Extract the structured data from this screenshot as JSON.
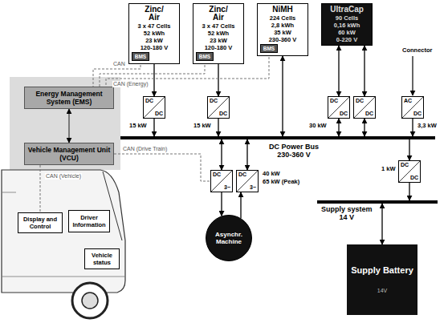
{
  "diagram": {
    "nodes": [
      {
        "text": [
          "Zinc/ Air",
          "3 x 47 Cells",
          "52 kWh",
          "23 kW",
          "120-180 V"
        ]
      },
      {
        "text": [
          "BMS"
        ],
        "in": 0
      },
      {
        "text": [
          "Zinc/ Air",
          "3 x 47 Cells",
          "52 kWh",
          "23 kW",
          "120-180 V"
        ]
      },
      {
        "text": [
          "BMS"
        ],
        "in": 2
      },
      {
        "text": [
          "NiMH",
          "224 Cells",
          "2,8 kWh",
          "35 kW",
          "230-360 V"
        ]
      },
      {
        "text": [
          "BMS"
        ],
        "in": 4
      },
      {
        "text": [
          "UltraCap",
          "90 Cells",
          "0,16 kWh",
          "60 kW",
          "0-220 V"
        ]
      },
      {
        "text": [
          "Energy Management System (EMS)"
        ]
      },
      {
        "text": [
          "DC",
          "DC"
        ]
      },
      {
        "text": [
          "DC",
          "DC"
        ]
      },
      {
        "text": [
          "DC",
          "DC"
        ]
      },
      {
        "text": [
          "DC",
          "DC"
        ]
      },
      {
        "text": [
          "AC",
          "DC"
        ]
      },
      {
        "text": [
          "DC Power Bus",
          "230-360 V"
        ]
      },
      {
        "text": [
          "Vehicle Management Unit (VCU)"
        ]
      },
      {
        "text": [
          "DC",
          "3~"
        ]
      },
      {
        "text": [
          "DC",
          "3~"
        ]
      },
      {
        "text": [
          "DC",
          "DC"
        ]
      },
      {
        "text": [
          "Supply system",
          "14 V"
        ]
      },
      {
        "text": [
          "Asynchr. Machine"
        ]
      },
      {
        "text": [
          "Supply Battery",
          "14V"
        ]
      },
      {
        "text": [
          "Display and Control"
        ]
      },
      {
        "text": [
          "Driver Information"
        ]
      },
      {
        "text": [
          "Vehicle status"
        ]
      }
    ],
    "edges": [
      {
        "from": 0,
        "to": 8,
        "arrow": "to"
      },
      {
        "from": 2,
        "to": 9,
        "arrow": "to"
      },
      {
        "from": 8,
        "to": 13,
        "arrow": "to"
      },
      {
        "from": 9,
        "to": 13,
        "arrow": "to"
      },
      {
        "from": 4,
        "to": 13,
        "arrow": "both"
      },
      {
        "from": 6,
        "to": 10,
        "arrow": "both"
      },
      {
        "from": 6,
        "to": 11,
        "arrow": "both"
      },
      {
        "from": 10,
        "to": 13,
        "arrow": "both"
      },
      {
        "from": 11,
        "to": 13,
        "arrow": "both"
      },
      {
        "from": 12,
        "to": 13,
        "arrow": "to"
      },
      {
        "from": 13,
        "to": 15,
        "arrow": "both"
      },
      {
        "from": 13,
        "to": 16,
        "arrow": "both"
      },
      {
        "from": 15,
        "to": 19,
        "arrow": "to"
      },
      {
        "from": 19,
        "to": 16,
        "arrow": "to"
      },
      {
        "from": 13,
        "to": 17,
        "arrow": "to"
      },
      {
        "from": 17,
        "to": 18,
        "arrow": "to"
      },
      {
        "from": 18,
        "to": 20,
        "arrow": "both"
      },
      {
        "from": 7,
        "to": 14,
        "arrow": "both"
      },
      {
        "from": 1,
        "to": 7,
        "arrow": "none",
        "label": "CAN"
      },
      {
        "from": 3,
        "to": 7,
        "arrow": "none",
        "label": "CAN (Energy)"
      },
      {
        "from": 5,
        "to": 7,
        "arrow": "none"
      },
      {
        "from": 14,
        "to": 15,
        "arrow": "none",
        "label": "CAN (Drive Train)"
      },
      {
        "from": 14,
        "to": 21,
        "arrow": "none",
        "label": "CAN (Vehicle)"
      }
    ],
    "labels": [
      "Connector",
      "15 kW",
      "15 kW",
      "30 kW",
      "3,3 kW",
      "40 kW",
      "65 kW (Peak)",
      "1 kW"
    ]
  }
}
